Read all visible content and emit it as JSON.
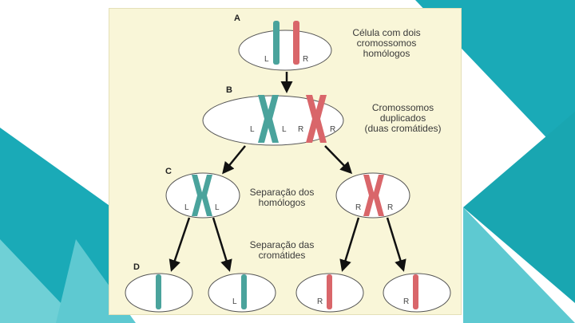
{
  "colors": {
    "teal": "#4aa39c",
    "red": "#d9666a",
    "accent": "#1aaab7"
  },
  "steps": {
    "a": "A",
    "b": "B",
    "c": "C",
    "d": "D"
  },
  "labels": {
    "a": [
      "Célula com dois",
      "cromossomos",
      "homólogos"
    ],
    "b": [
      "Cromossomos",
      "duplicados",
      "(duas cromátides)"
    ],
    "c": [
      "Separação dos",
      "homólogos"
    ],
    "d": [
      "Separação das",
      "cromátides"
    ]
  },
  "chrom_tags": {
    "a": [
      "L",
      "R"
    ],
    "b": [
      "L",
      "L",
      "R",
      "R"
    ],
    "c_left": [
      "L",
      "L"
    ],
    "c_right": [
      "R",
      "R"
    ],
    "d": [
      "L",
      "R"
    ]
  }
}
